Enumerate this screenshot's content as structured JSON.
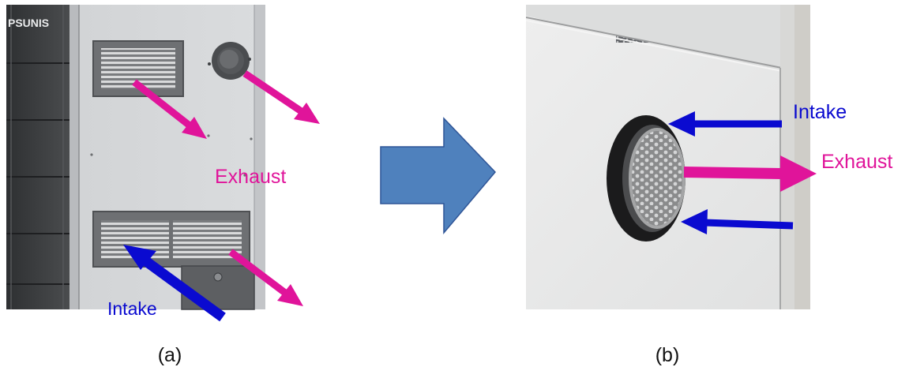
{
  "panel_a": {
    "caption": "(a)",
    "brand_text": "PSUNIS",
    "label_exhaust": "Exhaust",
    "label_intake": "Intake",
    "exhaust_arrow_count": 3,
    "intake_arrow_count": 1
  },
  "panel_b": {
    "caption": "(b)",
    "label_exhaust": "Exhaust",
    "label_intake": "Intake",
    "exhaust_arrow_count": 1,
    "intake_arrow_count": 2
  },
  "transition_arrow": {
    "direction": "right"
  },
  "colors": {
    "exhaust": "#e0149a",
    "intake": "#0a0ad0",
    "transition_arrow_fill": "#4f81bd",
    "transition_arrow_stroke": "#2f5597",
    "panel_a_background": "#d4d6d8",
    "panel_b_background": "#e6e7e7"
  }
}
